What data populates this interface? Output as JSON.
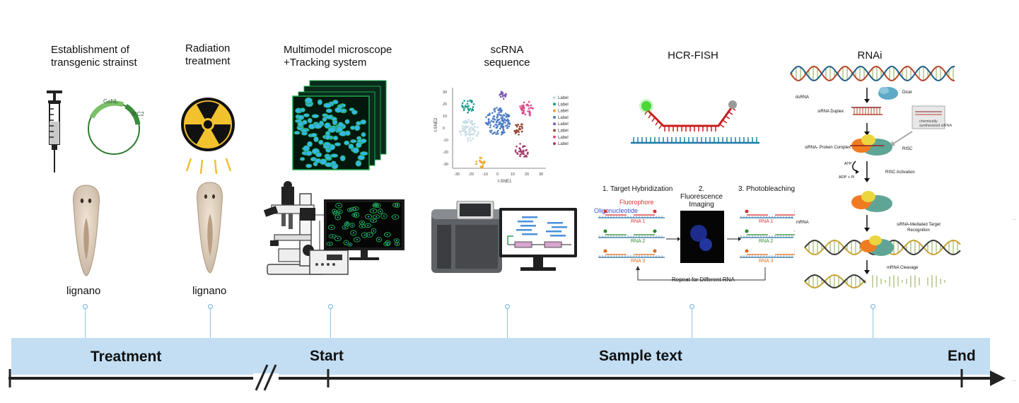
{
  "steps": [
    {
      "title": "Establishment of\ntransgenic strainst",
      "caption": "lignano"
    },
    {
      "title": "Radiation\ntreatment",
      "caption": "lignano"
    },
    {
      "title": "Multimodel microscope\n+Tracking system"
    },
    {
      "title": "scRNA\nsequence"
    },
    {
      "title": "HCR-FISH"
    },
    {
      "title": "RNAi"
    }
  ],
  "plasmid": {
    "gene1": "GeNL",
    "gene2": "tPC2"
  },
  "tsne": {
    "xlabel": "t-SNE1",
    "ylabel": "t-SNE2",
    "xticks": [
      "-30",
      "-20",
      "-10",
      "0",
      "10",
      "20",
      "30"
    ],
    "yticks": [
      "30",
      "20",
      "10",
      "0",
      "-10",
      "-20",
      "-30"
    ],
    "legend": [
      "Label",
      "Label",
      "Label",
      "Label",
      "Label",
      "Label",
      "Label",
      "Label"
    ],
    "colors": [
      "#c8dde6",
      "#1f9b8f",
      "#e8a632",
      "#4c7cc6",
      "#7a5bb0",
      "#9b4d3c",
      "#d94c8a",
      "#a33a6a"
    ]
  },
  "hcr": {
    "fluorophore": "Fluorophore",
    "oligo": "Oligonucleotide",
    "step1": "1. Target Hybridization",
    "step2": "2. Fluorescence\nImaging",
    "step3": "3. Photobleaching",
    "rna1": "RNA 1",
    "rna2": "RNA 2",
    "rna3": "RNA 3",
    "repeat": "Repeat for Different RNA"
  },
  "rnai": {
    "dsrna": "dsRNA",
    "dicer": "Dicer",
    "duplex": "siRNA Duplex",
    "chem": "chemically\nsynthesized siRNA",
    "complex": "siRNA- Protein Complex",
    "risc": "RISC",
    "atp": "ATP",
    "adp": "ADP + Pi",
    "activation": "RISC Activation",
    "mrna": "mRNA",
    "mediated": "siRNA-Mediated Target\nRecognition",
    "cleavage": "mRNA Cleavage"
  },
  "timeline": {
    "treatment": "Treatment",
    "start": "Start",
    "sample": "Sample text",
    "end": "End"
  },
  "colors": {
    "band": "#c3def3",
    "axis": "#222222",
    "connector": "#8fc3e3",
    "radiation_yellow": "#f2c12e",
    "microscope_green": "#1fa84a",
    "cell_blue": "#35b6e8"
  }
}
